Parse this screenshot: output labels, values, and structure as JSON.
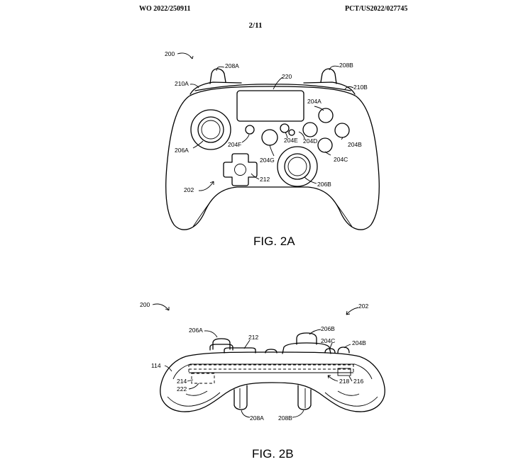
{
  "header": {
    "left": "WO 2022/250911",
    "right": "PCT/US2022/027745",
    "page": "2/11"
  },
  "fig_a": {
    "caption": "FIG. 2A",
    "labels": {
      "l200": "200",
      "l208A": "208A",
      "l208B": "208B",
      "l210A": "210A",
      "l210B": "210B",
      "l220": "220",
      "l204A": "204A",
      "l204B": "204B",
      "l204C": "204C",
      "l204D": "204D",
      "l204E": "204E",
      "l204F": "204F",
      "l204G": "204G",
      "l206A": "206A",
      "l206B": "206B",
      "l212": "212",
      "l202": "202"
    }
  },
  "fig_b": {
    "caption": "FIG. 2B",
    "labels": {
      "l200": "200",
      "l202": "202",
      "l206A": "206A",
      "l212": "212",
      "l206B": "206B",
      "l204C": "204C",
      "l204B": "204B",
      "l114": "114",
      "l214": "214",
      "l222": "222",
      "l218": "218",
      "l216": "216",
      "l208A": "208A",
      "l208B": "208B"
    }
  }
}
